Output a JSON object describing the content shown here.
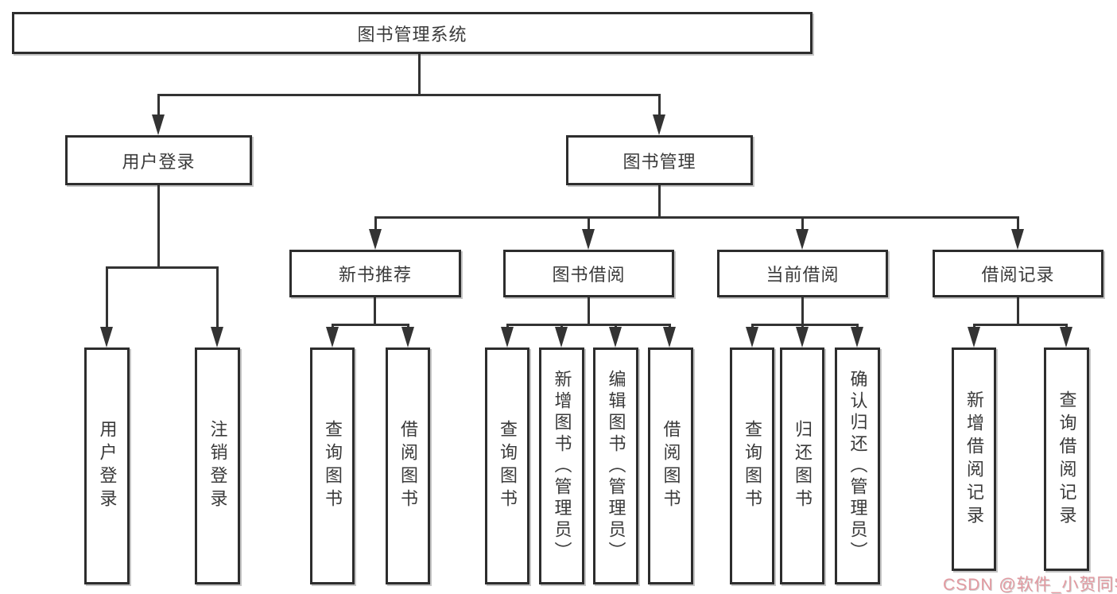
{
  "tree": {
    "root": {
      "label": "图书管理系统",
      "children": [
        {
          "label": "用户登录",
          "children": [
            {
              "label": "用户登录"
            },
            {
              "label": "注销登录"
            }
          ]
        },
        {
          "label": "图书管理",
          "children": [
            {
              "label": "新书推荐",
              "children": [
                {
                  "label": "查询图书"
                },
                {
                  "label": "借阅图书"
                }
              ]
            },
            {
              "label": "图书借阅",
              "children": [
                {
                  "label": "查询图书"
                },
                {
                  "label": "新增图书（管理员）"
                },
                {
                  "label": "编辑图书（管理员）"
                },
                {
                  "label": "借阅图书"
                }
              ]
            },
            {
              "label": "当前借阅",
              "children": [
                {
                  "label": "查询图书"
                },
                {
                  "label": "归还图书"
                },
                {
                  "label": "确认归还（管理员）"
                }
              ]
            },
            {
              "label": "借阅记录",
              "children": [
                {
                  "label": "新增借阅记录"
                },
                {
                  "label": "查询借阅记录"
                }
              ]
            }
          ]
        }
      ]
    }
  },
  "watermark": {
    "text": "CSDN @软件_小贺同学"
  },
  "colors": {
    "background": "#ffffff",
    "box_border": "#2d2d2d",
    "connector_line": "#333333",
    "text": "#3a3a3a",
    "watermark_text": "#e39aa1"
  }
}
